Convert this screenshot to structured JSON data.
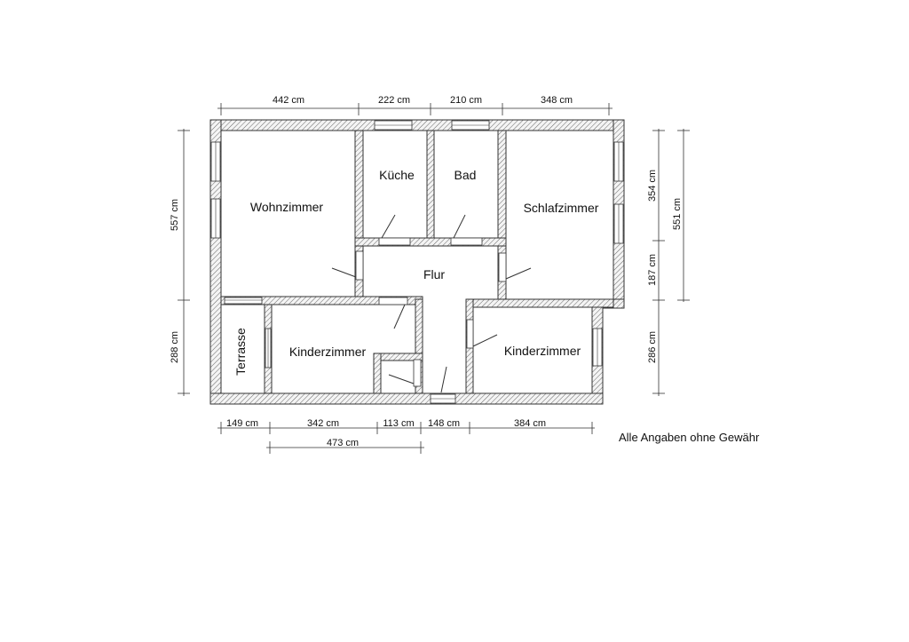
{
  "rooms": {
    "wohnzimmer": "Wohnzimmer",
    "kueche": "Küche",
    "bad": "Bad",
    "schlafzimmer": "Schlafzimmer",
    "flur": "Flur",
    "terrasse": "Terrasse",
    "kinderzimmer_left": "Kinderzimmer",
    "kinderzimmer_right": "Kinderzimmer"
  },
  "dimensions": {
    "top": [
      "442 cm",
      "222 cm",
      "210 cm",
      "348 cm"
    ],
    "left": [
      "557 cm",
      "288 cm"
    ],
    "right_inner": [
      "354 cm",
      "187 cm",
      "286 cm"
    ],
    "right_outer": "551 cm",
    "bottom": [
      "149 cm",
      "342 cm",
      "113 cm",
      "148 cm",
      "384 cm"
    ],
    "bottom_second": "473 cm"
  },
  "disclaimer": "Alle Angaben ohne Gewähr",
  "colors": {
    "lines": "#333333",
    "background": "#ffffff"
  }
}
